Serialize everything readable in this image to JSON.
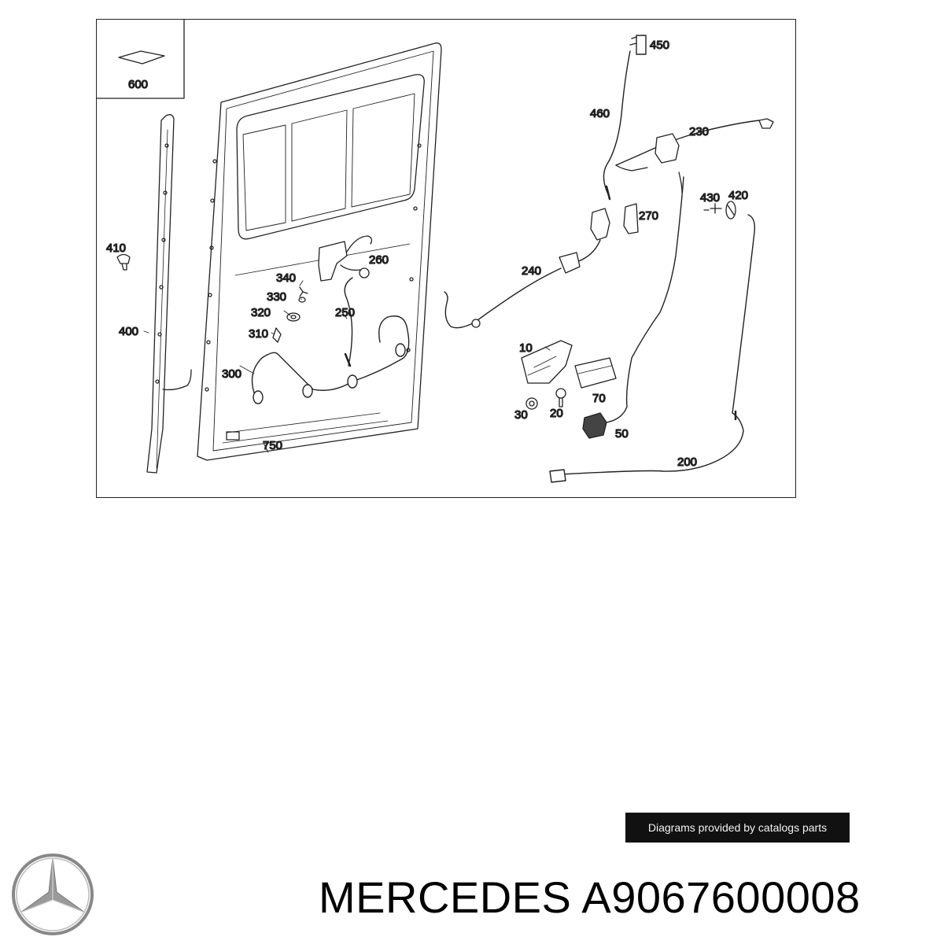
{
  "diagram": {
    "callouts": {
      "c600": "600",
      "c450": "450",
      "c460": "460",
      "c230": "230",
      "c430": "430",
      "c420": "420",
      "c270": "270",
      "c410": "410",
      "c260": "260",
      "c340": "340",
      "c330": "330",
      "c240": "240",
      "c320": "320",
      "c250": "250",
      "c400": "400",
      "c310": "310",
      "c10": "10",
      "c300": "300",
      "c70": "70",
      "c30": "30",
      "c20": "20",
      "c50": "50",
      "c750": "750",
      "c200": "200"
    }
  },
  "watermark": {
    "text": "Diagrams provided by catalogs parts"
  },
  "brand": {
    "title": "MERCEDES A9067600008",
    "logo_icon": "mercedes-star-icon"
  },
  "colors": {
    "line": "#222222",
    "watermark_bg": "#111111",
    "watermark_text": "#f2f2f2"
  }
}
